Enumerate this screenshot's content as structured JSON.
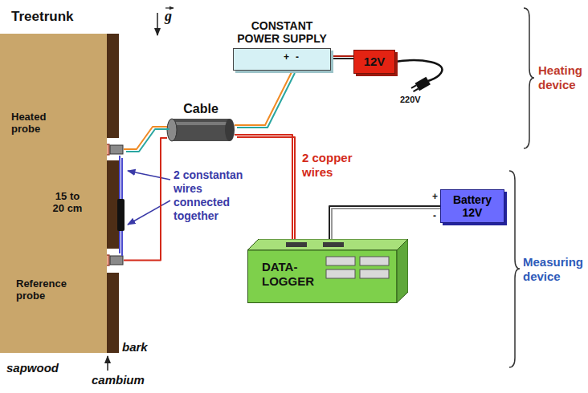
{
  "diagram": {
    "nodes": [
      {
        "text": [
          "Treetrunk"
        ]
      },
      {
        "text": [
          "Heated probe"
        ],
        "in": 0
      },
      {
        "text": [
          "Reference probe"
        ],
        "in": 0
      },
      {
        "text": [
          "Cable"
        ]
      },
      {
        "text": [
          "CONSTANT POWER SUPPLY",
          "+",
          "-"
        ]
      },
      {
        "text": [
          "12V"
        ]
      },
      {
        "text": [
          "DATA-LOGGER"
        ]
      },
      {
        "text": [
          "Battery 12V"
        ]
      }
    ],
    "edges": [
      {
        "from": 1,
        "to": 3,
        "arrow": "none"
      },
      {
        "from": 2,
        "to": 3,
        "arrow": "none"
      },
      {
        "from": 1,
        "to": 2,
        "arrow": "none"
      },
      {
        "from": 3,
        "to": 4,
        "arrow": "none"
      },
      {
        "from": 3,
        "to": 6,
        "arrow": "none"
      },
      {
        "from": 4,
        "to": 5,
        "arrow": "none"
      },
      {
        "from": 7,
        "to": 6,
        "arrow": "none"
      }
    ],
    "labels": [
      "15 to 20 cm",
      "2 constantan wires connected together",
      "2 copper wires",
      "220V",
      "g",
      "+",
      "-",
      "sapwood",
      "bark",
      "cambium",
      "Heating device",
      "Measuring device"
    ]
  }
}
